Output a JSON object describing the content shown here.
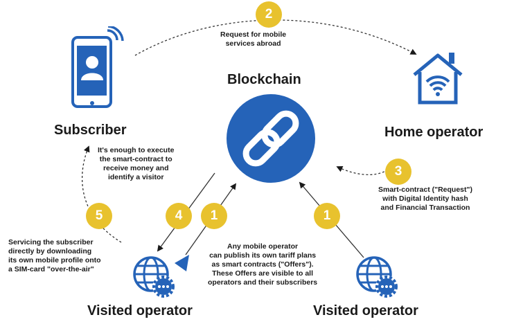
{
  "title": "Blockchain",
  "nodes": {
    "subscriber": "Subscriber",
    "home_operator": "Home operator",
    "visited_operator_left": "Visited operator",
    "visited_operator_right": "Visited operator"
  },
  "steps": [
    {
      "number": "2",
      "text": "Request for mobile\nservices abroad"
    },
    {
      "number": "3",
      "text": "Smart-contract (\"Request\")\nwith Digital Identity hash\nand Financial Transaction"
    },
    {
      "number": "4",
      "text": "It's enough to execute\nthe smart-contract to\nreceive money and\nidentify a visitor"
    },
    {
      "number": "5",
      "text": "Servicing the subscriber\ndirectly by downloading\nits own mobile profile onto\na SIM-card \"over-the-air\""
    },
    {
      "number": "1",
      "text": "Any mobile operator\ncan publish its own tariff plans\nas smart contracts (\"Offers\").\nThese Offers are visible to all\noperators and their subscribers"
    },
    {
      "number": "1",
      "text": ""
    }
  ],
  "icons": [
    "smartphone-icon",
    "home-wifi-icon",
    "blockchain-link-icon",
    "globe-gear-icon"
  ],
  "colors": {
    "blue": "#2563b8",
    "yellow": "#e8c22e",
    "text": "#1a1a1a"
  }
}
